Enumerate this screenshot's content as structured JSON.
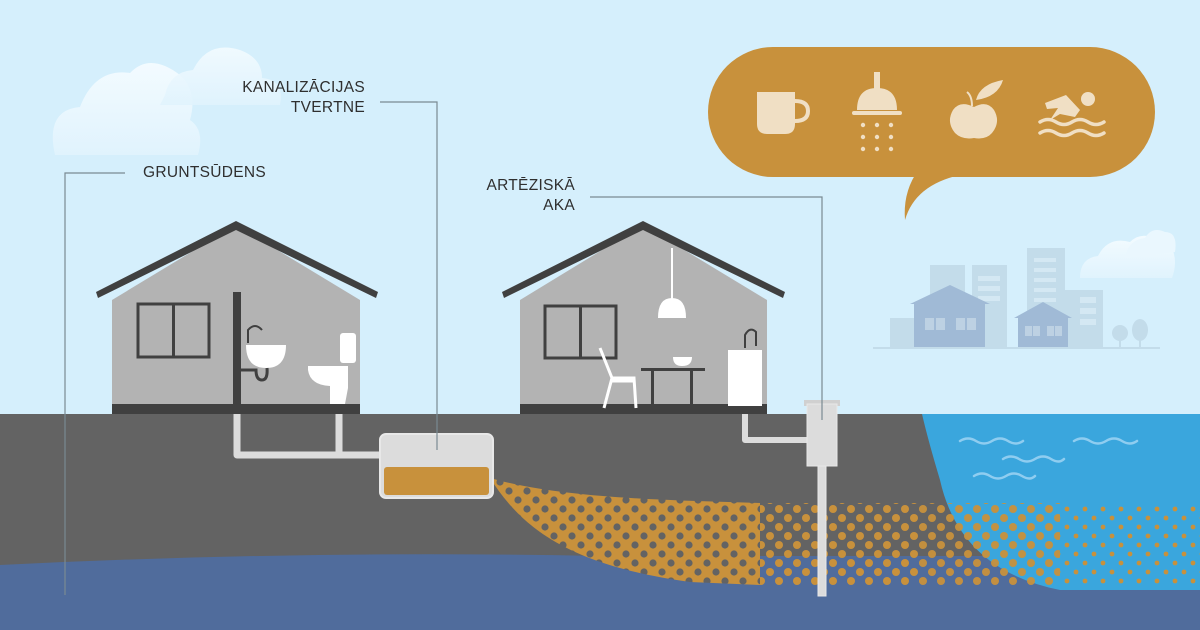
{
  "diagram": {
    "title": "Groundwater contamination from septic tank to artesian well",
    "labels": {
      "sewage_tank": {
        "line1": "KANALIZĀCIJAS",
        "line2": "TVERTNE"
      },
      "groundwater": {
        "line1": "GRUNTSŪDENS"
      },
      "artesian_well": {
        "line1": "ARTĒZISKĀ",
        "line2": "AKA"
      }
    },
    "speech_bubble": {
      "icons": [
        "cup-icon",
        "shower-icon",
        "apple-icon",
        "swimmer-icon"
      ]
    },
    "colors": {
      "sky": "#d5effc",
      "soil": "#636363",
      "groundwater": "#506c9c",
      "lake": "#3aa6dd",
      "contamination": "#c8913c",
      "house_wall": "#b3b3b3",
      "house_roof": "#404040",
      "pipe": "#dcdcdc",
      "icon_fill": "#f0dfc4",
      "city_silhouette": "#a0bad6"
    }
  }
}
